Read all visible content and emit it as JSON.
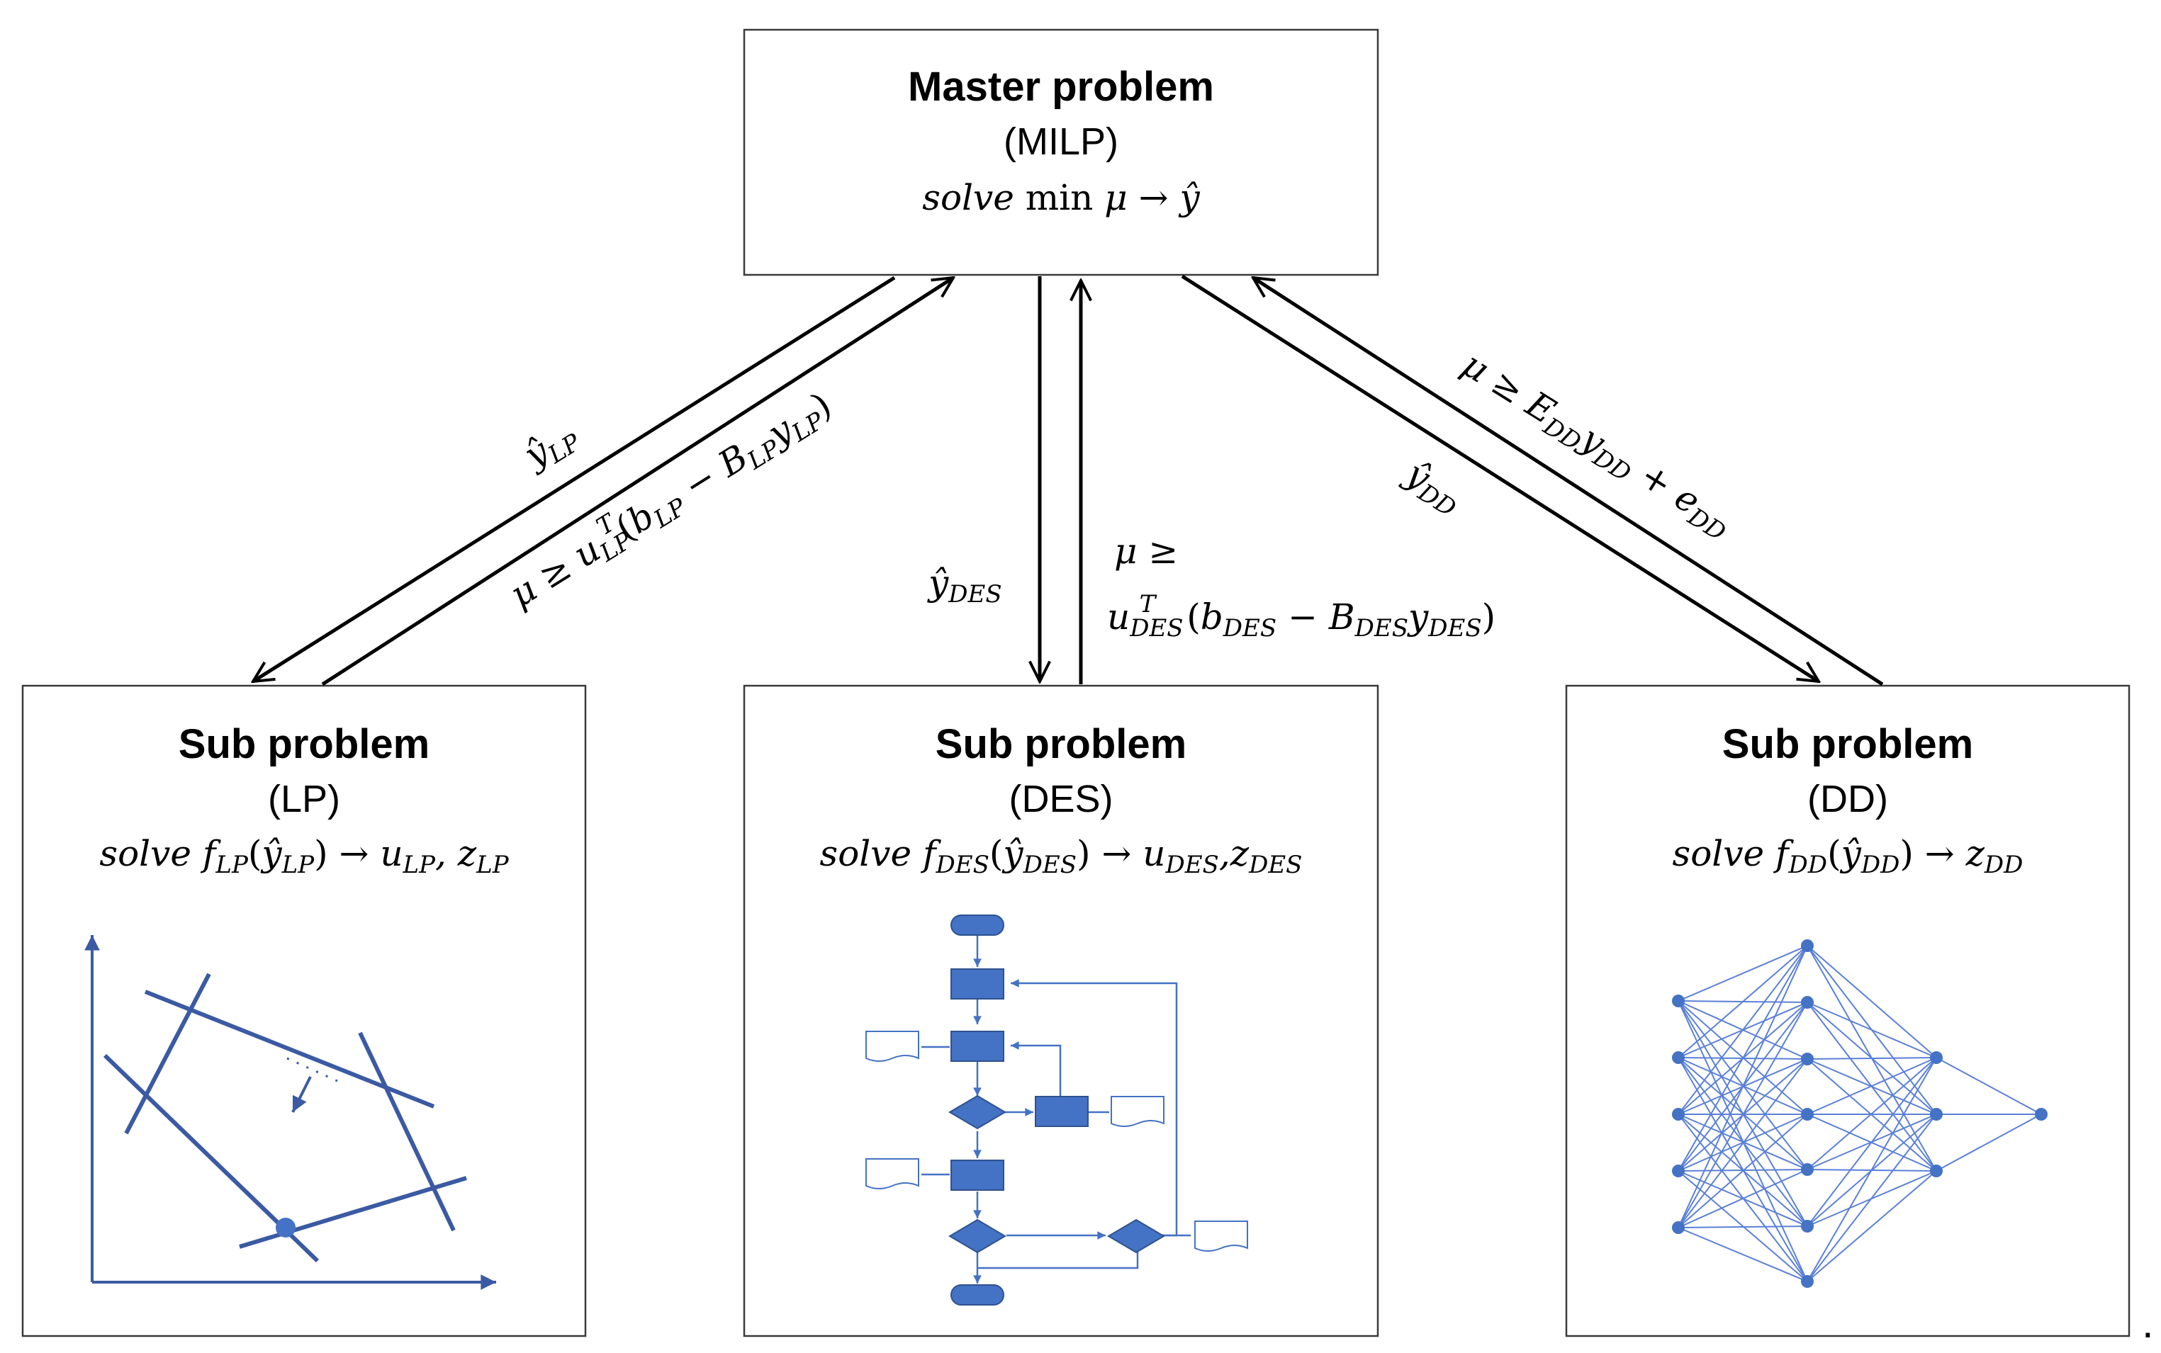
{
  "master": {
    "title": "Master problem",
    "subtitle": "(MILP)",
    "formula": "solve min μ → ŷ"
  },
  "subproblems": [
    {
      "title": "Sub problem",
      "subtitle": "(LP)",
      "formula": "solve f_LP(ŷ_LP) → u_LP, z_LP",
      "illustration": "linear-program-feasible-region-icon"
    },
    {
      "title": "Sub problem",
      "subtitle": "(DES)",
      "formula": "solve f_DES(ŷ_DES) → u_DES, z_DES",
      "illustration": "flowchart-icon"
    },
    {
      "title": "Sub problem",
      "subtitle": "(DD)",
      "formula": "solve f_DD(ŷ_DD) → z_DD",
      "illustration": "neural-network-icon"
    }
  ],
  "edge_labels": {
    "lp_down": "ŷ_LP",
    "lp_up": "μ ≥ u_LP^T(b_LP − B_LP y_LP)",
    "des_down": "ŷ_DES",
    "des_up_line1": "μ ≥",
    "des_up_line2": "u_DES^T(b_DES − B_DES y_DES)",
    "dd_down": "ŷ_DD",
    "dd_up": "μ ≥ E_DD y_DD + e_DD"
  },
  "trailing_mark": ".",
  "colors": {
    "box_border": "#3a3a3a",
    "arrow": "#000000",
    "icon_blue": "#4472C4"
  }
}
